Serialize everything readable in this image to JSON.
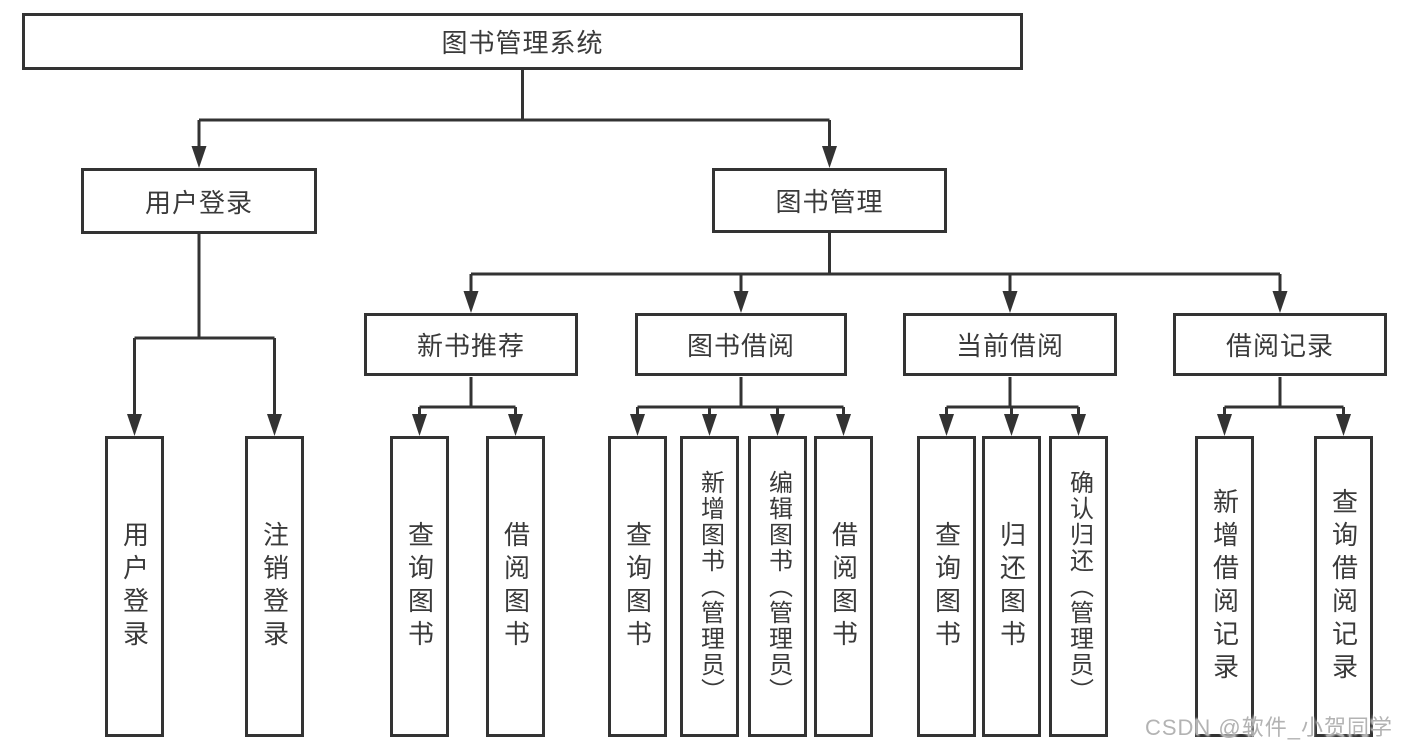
{
  "tree": {
    "root": {
      "label": "图书管理系统"
    },
    "branches": [
      {
        "label": "用户登录",
        "children": [
          "用户登录",
          "注销登录"
        ]
      },
      {
        "label": "图书管理",
        "sections": [
          {
            "label": "新书推荐",
            "children": [
              "查询图书",
              "借阅图书"
            ]
          },
          {
            "label": "图书借阅",
            "children": [
              "查询图书",
              "新增图书（管理员）",
              "编辑图书（管理员）",
              "借阅图书"
            ]
          },
          {
            "label": "当前借阅",
            "children": [
              "查询图书",
              "归还图书",
              "确认归还（管理员）"
            ]
          },
          {
            "label": "借阅记录",
            "children": [
              "新增借阅记录",
              "查询借阅记录"
            ]
          }
        ]
      }
    ]
  },
  "watermark": "CSDN @软件_小贺同学",
  "colors": {
    "line": "#333333",
    "text": "#3a3a3a",
    "background": "#ffffff",
    "watermark": "#b3b3b3"
  }
}
